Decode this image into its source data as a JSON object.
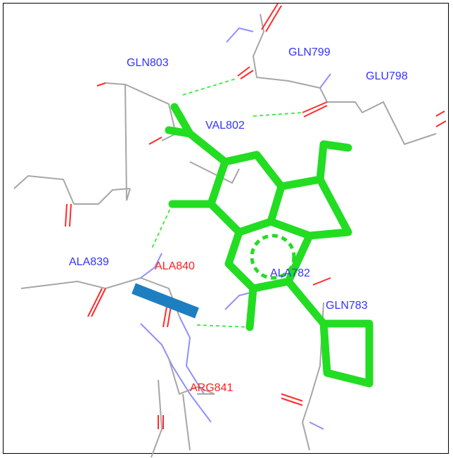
{
  "residues": [
    {
      "name": "GLN803",
      "color": "#3333ff"
    },
    {
      "name": "GLN799",
      "color": "#3333ff"
    },
    {
      "name": "GLU798",
      "color": "#3333ff"
    },
    {
      "name": "VAL802",
      "color": "#3333ff"
    },
    {
      "name": "ALA839",
      "color": "#3333ff"
    },
    {
      "name": "ALA840",
      "color": "#ff2020"
    },
    {
      "name": "ALA782",
      "color": "#3333ff"
    },
    {
      "name": "GLN783",
      "color": "#3333ff"
    },
    {
      "name": "ARG841",
      "color": "#ff2020"
    }
  ],
  "colors": {
    "ligand": "#22dd22",
    "hbond": "#33ee33",
    "helix": "#1e7fc0"
  }
}
